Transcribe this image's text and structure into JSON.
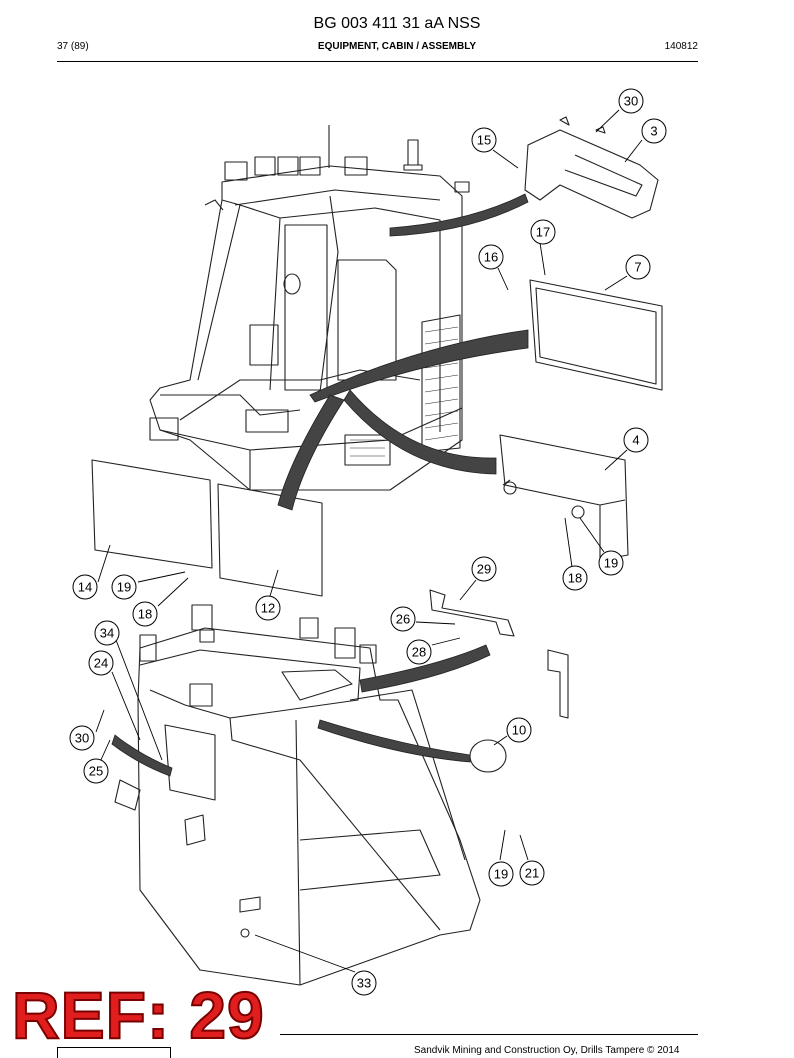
{
  "header": {
    "title": "BG 003 411 31 aA NSS",
    "page": "37 (89)",
    "section": "EQUIPMENT, CABIN / ASSEMBLY",
    "date": "140812"
  },
  "callouts": [
    "30",
    "3",
    "15",
    "17",
    "16",
    "7",
    "4",
    "19",
    "18",
    "29",
    "14",
    "19",
    "18",
    "12",
    "26",
    "28",
    "34",
    "24",
    "30",
    "10",
    "25",
    "19",
    "21",
    "33"
  ],
  "stamp": "REF: 29",
  "footer": {
    "copyright": "Sandvik Mining and Construction Oy, Drills Tampere © 2014"
  }
}
